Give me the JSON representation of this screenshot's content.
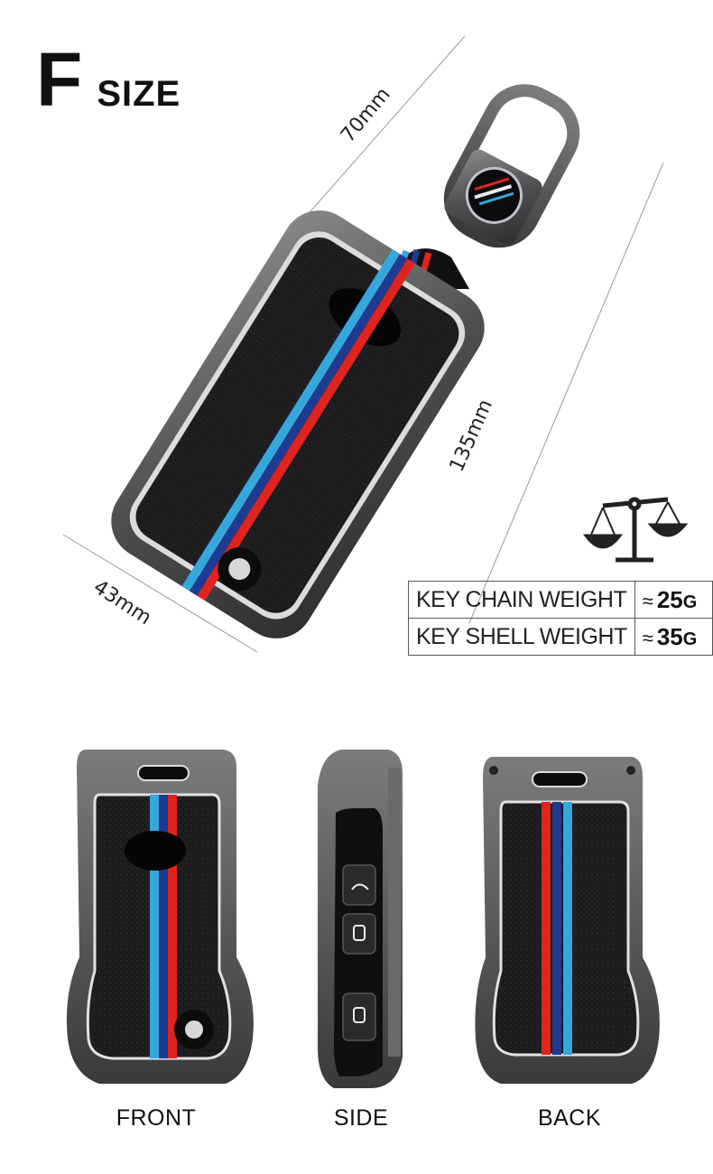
{
  "header": {
    "letter": "F",
    "word": "SIZE"
  },
  "dimensions": {
    "chain_length": "70mm",
    "shell_length": "135mm",
    "shell_width": "43mm"
  },
  "weights": [
    {
      "label": "KEY CHAIN WEIGHT",
      "approx": "≈",
      "number": "25",
      "unit": "G"
    },
    {
      "label": "KEY SHELL WEIGHT",
      "approx": "≈",
      "number": "35",
      "unit": "G"
    }
  ],
  "views": {
    "front": "FRONT",
    "side": "SIDE",
    "back": "BACK"
  },
  "icons": {
    "weight": "balance-scale-icon"
  },
  "colors": {
    "stripe_blue": "#35a7dd",
    "stripe_navy": "#1f3a8f",
    "stripe_red": "#e0231c",
    "metal": "#5a5a5c",
    "leather": "#1c1c1e"
  }
}
